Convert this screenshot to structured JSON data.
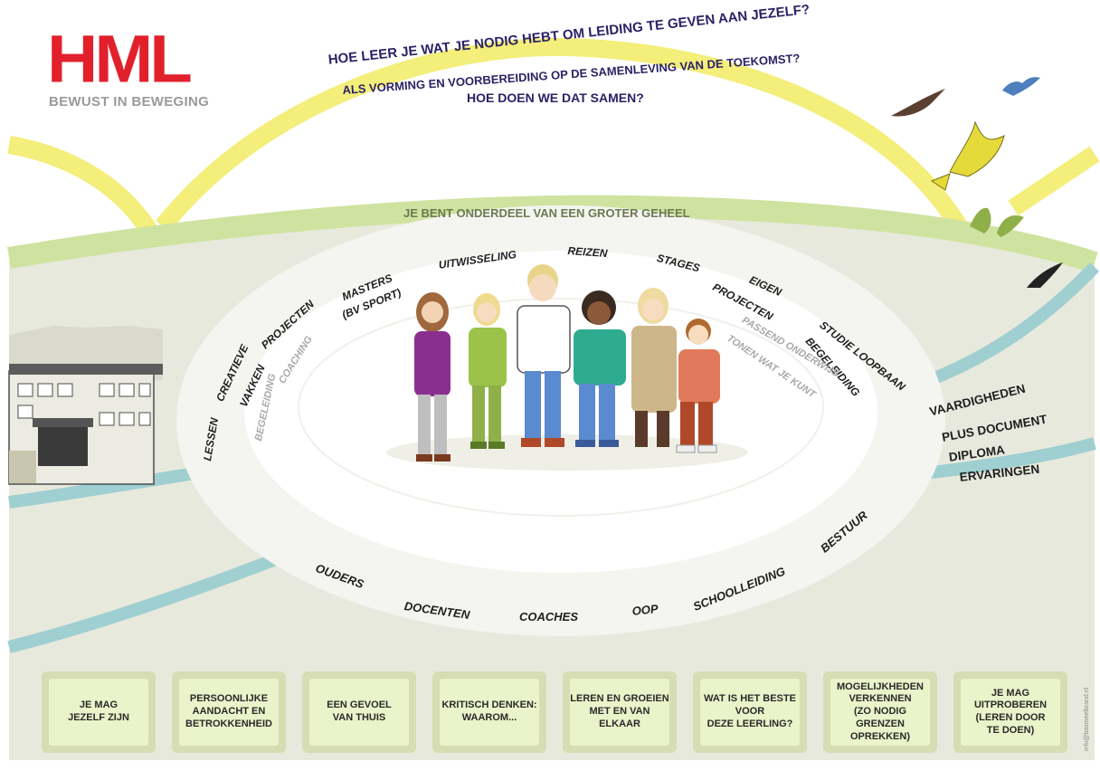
{
  "logo": {
    "name": "HML",
    "tagline": "BEWUST IN BEWEGING"
  },
  "arc_text": {
    "line1": "HOE LEER JE WAT JE NODIG HEBT OM LEIDING TE GEVEN AAN JEZELF?",
    "line2": "ALS VORMING EN VOORBEREIDING OP DE SAMENLEVING VAN DE TOEKOMST?",
    "line3": "HOE DOEN WE DAT SAMEN?"
  },
  "band_text": "JE BENT ONDERDEEL VAN EEN GROTER GEHEEL",
  "ring_outer": {
    "lessen": "LESSEN",
    "creatieve": "CREATIEVE",
    "vakken": "VAKKEN",
    "projecten": "PROJECTEN",
    "masters": "MASTERS",
    "bv_sport": "(BV SPORT)",
    "uitwisseling": "UITWISSELING",
    "reizen": "REIZEN",
    "stages": "STAGES",
    "eigen": "EIGEN",
    "eigen_projecten": "PROJECTEN",
    "studie_loopbaan": "STUDIE LOOPBAAN",
    "begeleiding": "BEGELEIDING"
  },
  "ring_inner_grey": {
    "begeleiding": "BEGELEIDING",
    "coaching": "COACHING",
    "passend_onderwijs": "PASSEND ONDERWIJS",
    "tonen": "TONEN WAT JE KUNT"
  },
  "ring_bottom": [
    "OUDERS",
    "DOCENTEN",
    "COACHES",
    "OOP",
    "SCHOOLLEIDING",
    "BESTUUR"
  ],
  "outcomes": [
    "VAARDIGHEDEN",
    "PLUS DOCUMENT",
    "DIPLOMA",
    "ERVARINGEN"
  ],
  "cards": [
    "JE MAG\nJEZELF ZIJN",
    "PERSOONLIJKE\nAANDACHT EN\nBETROKKENHEID",
    "EEN GEVOEL\nVAN THUIS",
    "KRITISCH DENKEN:\nWAAROM...",
    "LEREN EN GROEIEN\nMET EN VAN\nELKAAR",
    "WAT IS HET BESTE\nVOOR\nDEZE LEERLING?",
    "MOGELIJKHEDEN\nVERKENNEN\n(ZO NODIG GRENZEN\nOPREKKEN)",
    "JE MAG\nUITPROBEREN\n(LEREN DOOR\nTE DOEN)"
  ],
  "credit": "info@basmeelbrand.nl",
  "colors": {
    "brand_red": "#e2202c",
    "arc_yellow": "#f4ee7a",
    "band_green": "#cfe3a0",
    "teal": "#9fcfd0",
    "ground": "#e7e8dc",
    "card": "#eaf3c9"
  }
}
